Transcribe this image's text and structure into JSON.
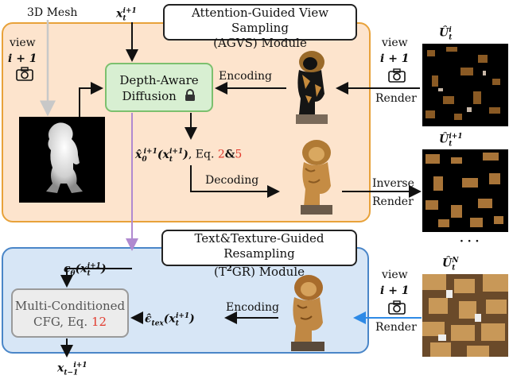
{
  "labels": {
    "mesh": "3D Mesh",
    "x_t_plus": "x",
    "view": "view",
    "i_plus_1": "i + 1",
    "encoding_top": "Encoding",
    "render_top": "Render",
    "decoding": "Decoding",
    "inverse": "Inverse",
    "render_mid": "Render",
    "x0_eq": ", Eq. ",
    "eq2": "2",
    "amp": "&",
    "eq5": "5",
    "encoding_bottom": "Encoding",
    "render_bottom": "Render",
    "dots": "· · ·"
  },
  "agvs": {
    "title_line1": "Attention-Guided View Sampling",
    "title_line2": "(AGVS) Module"
  },
  "dad": {
    "line1": "Depth-Aware",
    "line2": "Diffusion"
  },
  "t2gr": {
    "title_line1": "Text&Texture-Guided Resampling",
    "title_line2a": "(T",
    "title_line2sup": "2",
    "title_line2b": "GR) Module"
  },
  "mccfg": {
    "line1": "Multi-Conditioned",
    "line2a": "CFG, Eq. ",
    "eq": "12"
  },
  "colors": {
    "agvs_fill": "#fde4cd",
    "agvs_border": "#e8a23a",
    "t2gr_fill": "#d7e6f6",
    "t2gr_border": "#4a86c8",
    "dad_fill": "#d8efd2",
    "eq_ref": "#e23b2e",
    "arrow_blue": "#2e8ae6",
    "arrow_purple": "#b08ad0"
  }
}
